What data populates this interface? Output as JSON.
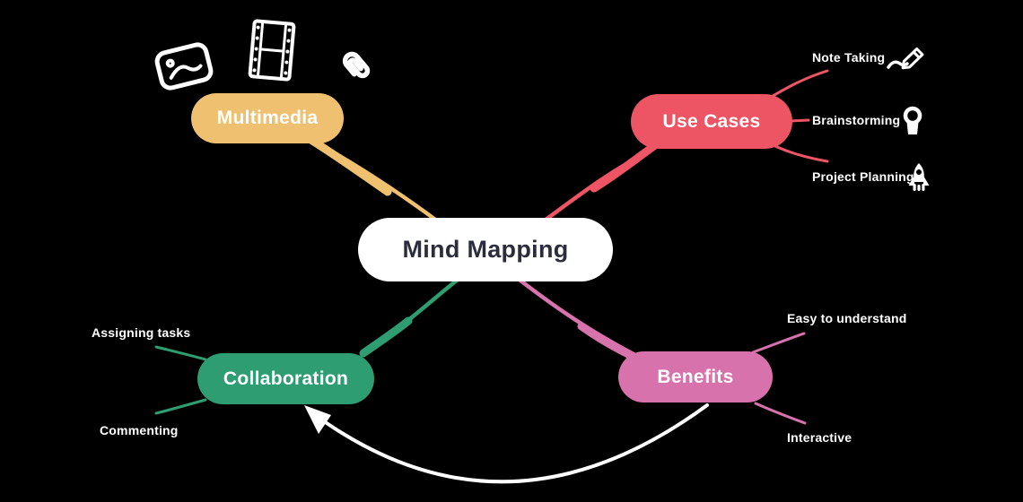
{
  "background": "#000000",
  "label_color": "#FFFFFF",
  "center": {
    "label": "Mind Mapping",
    "bg": "#FFFFFF",
    "text_color": "#2B2D3C"
  },
  "branches": {
    "multimedia": {
      "label": "Multimedia",
      "color": "#EEC070",
      "stickers": [
        "image-icon",
        "film-icon",
        "paperclip-icon"
      ],
      "children": []
    },
    "use_cases": {
      "label": "Use Cases",
      "color": "#ED5565",
      "children": [
        {
          "label": "Note Taking",
          "icon": "pen-icon"
        },
        {
          "label": "Brainstorming",
          "icon": "lightbulb-icon"
        },
        {
          "label": "Project Planning",
          "icon": "rocket-icon"
        }
      ]
    },
    "collaboration": {
      "label": "Collaboration",
      "color": "#2E9E72",
      "children": [
        {
          "label": "Assigning tasks"
        },
        {
          "label": "Commenting"
        }
      ]
    },
    "benefits": {
      "label": "Benefits",
      "color": "#D772AD",
      "children": [
        {
          "label": "Easy to understand"
        },
        {
          "label": "Interactive"
        }
      ]
    }
  },
  "annotation_arrow": {
    "color": "#FFFFFF",
    "from": "Benefits",
    "to": "Collaboration"
  }
}
